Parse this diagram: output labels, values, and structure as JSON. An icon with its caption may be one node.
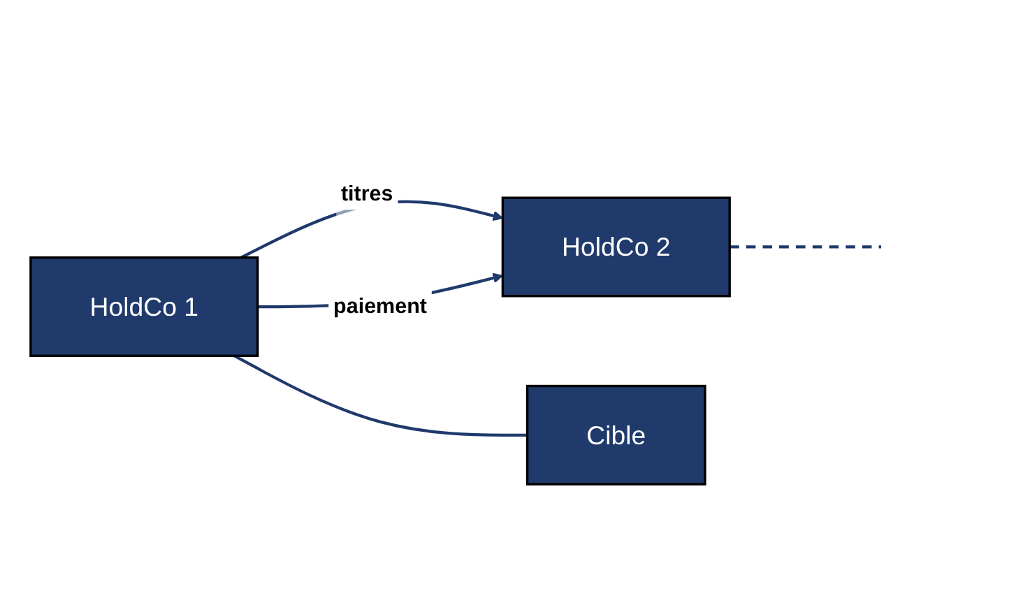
{
  "diagram": {
    "nodes": [
      {
        "text": [
          "HoldCo 1"
        ]
      },
      {
        "text": [
          "HoldCo 2"
        ]
      },
      {
        "text": [
          "Cible"
        ]
      }
    ],
    "edges": [
      {
        "from": 0,
        "to": 1,
        "label": "titres",
        "arrow": "to"
      },
      {
        "from": 0,
        "to": 1,
        "label": "paiement",
        "arrow": "to"
      },
      {
        "from": 0,
        "to": 2,
        "arrow": "none"
      },
      {
        "from": 1,
        "to": null,
        "arrow": "none",
        "style": "dashed"
      }
    ]
  }
}
